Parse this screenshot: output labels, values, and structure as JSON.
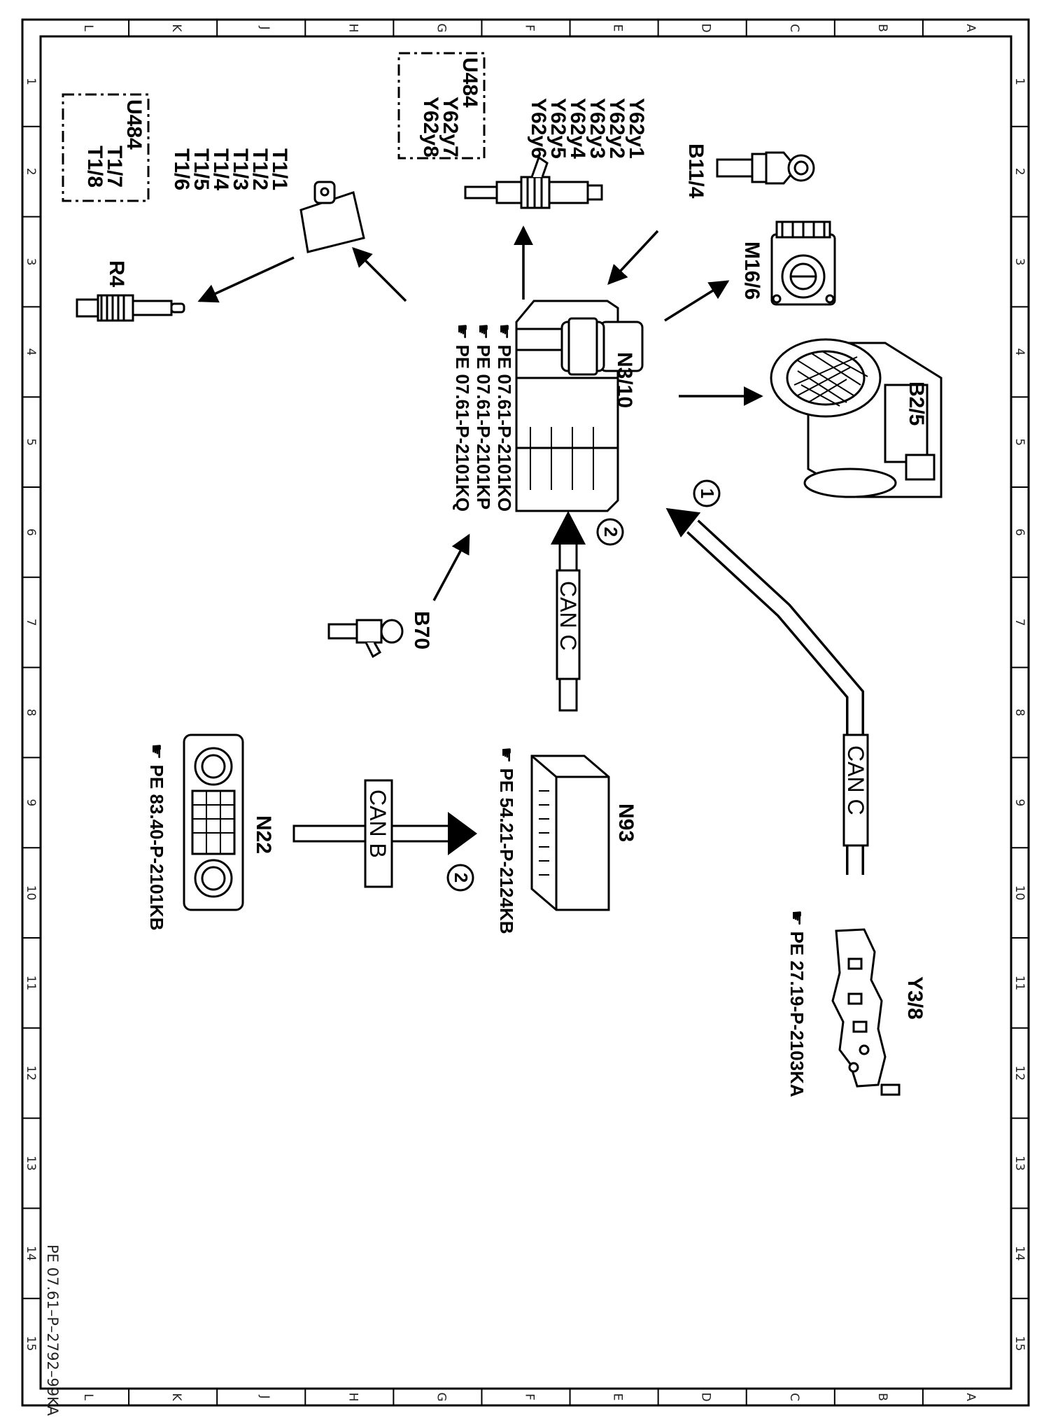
{
  "drawing_number": "PE 07.61–P–2792–99KA",
  "border": {
    "letters": [
      "L",
      "K",
      "J",
      "H",
      "G",
      "F",
      "E",
      "D",
      "C",
      "B",
      "A"
    ],
    "numbers": [
      "1",
      "2",
      "3",
      "4",
      "5",
      "6",
      "7",
      "8",
      "9",
      "10",
      "11",
      "12",
      "13",
      "14",
      "15"
    ]
  },
  "components": {
    "n3_10": {
      "label": "N3/10",
      "refs": [
        "PE  07.61-P-2101KO",
        "PE  07.61-P-2101KP",
        "PE  07.61-P-2101KQ"
      ]
    },
    "t1": {
      "items": [
        "T1/1",
        "T1/2",
        "T1/3",
        "T1/4",
        "T1/5",
        "T1/6"
      ]
    },
    "u484_left": {
      "title": "U484",
      "items": [
        "T1/7",
        "T1/8"
      ]
    },
    "y62": {
      "items": [
        "Y62y1",
        "Y62y2",
        "Y62y3",
        "Y62y4",
        "Y62y5",
        "Y62y6"
      ]
    },
    "u484_top": {
      "title": "U484",
      "items": [
        "Y62y7",
        "Y62y8"
      ]
    },
    "r4": {
      "label": "R4"
    },
    "b11_4": {
      "label": "B11/4"
    },
    "m16_6": {
      "label": "M16/6"
    },
    "b2_5": {
      "label": "B2/5"
    },
    "b70": {
      "label": "B70"
    },
    "n22": {
      "label": "N22",
      "ref": "PE  83.40-P-2101KB"
    },
    "n93": {
      "label": "N93",
      "ref": "PE  54.21-P-2124KB"
    },
    "y3_8": {
      "label": "Y3/8",
      "ref": "PE  27.19-P-2103KA"
    }
  },
  "buses": {
    "can_c_1": {
      "label": "CAN C",
      "marker": "1"
    },
    "can_c_2": {
      "label": "CAN C",
      "marker": "2"
    },
    "can_b": {
      "label": "CAN B",
      "marker": "2"
    }
  }
}
